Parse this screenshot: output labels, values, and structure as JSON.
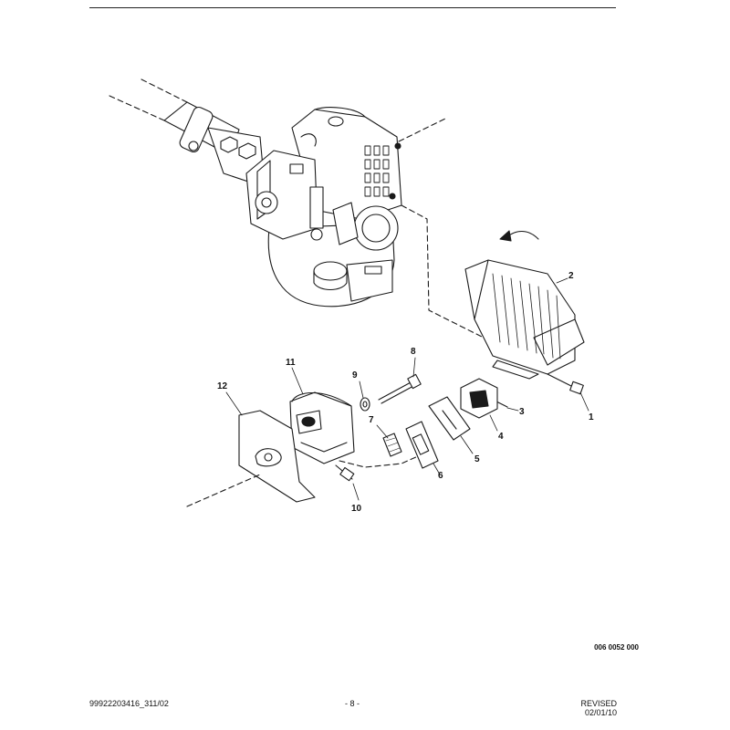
{
  "drawing_number": "006 0052 000",
  "footer": {
    "part_number": "99922203416_311/02",
    "page": "- 8 -",
    "revised": "REVISED 02/01/10"
  },
  "callouts": [
    "1",
    "2",
    "3",
    "4",
    "5",
    "6",
    "7",
    "8",
    "9",
    "10",
    "11",
    "12"
  ]
}
